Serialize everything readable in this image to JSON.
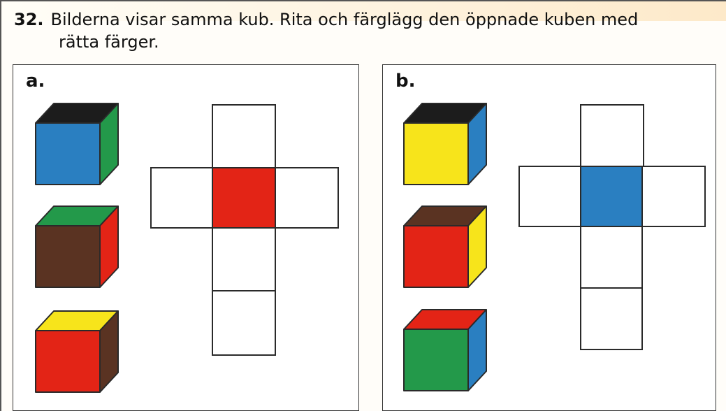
{
  "task": {
    "number": "32.",
    "text_line1": "Bilderna visar samma kub. Rita och färglägg den öppnade kuben med",
    "text_line2": "rätta färger."
  },
  "colors": {
    "black": "#1c1c1c",
    "blue": "#2a7fc1",
    "green": "#23994a",
    "brown": "#5a3322",
    "red": "#e32416",
    "yellow": "#f7e41b",
    "outline": "#2a2a2a"
  },
  "panels": [
    {
      "label": "a.",
      "cubes": [
        {
          "top": "black",
          "front": "blue",
          "right": "green"
        },
        {
          "top": "green",
          "front": "brown",
          "right": "red"
        },
        {
          "top": "yellow",
          "front": "red",
          "right": "brown"
        }
      ],
      "net_center_color": "red"
    },
    {
      "label": "b.",
      "cubes": [
        {
          "top": "black",
          "front": "yellow",
          "right": "blue"
        },
        {
          "top": "brown",
          "front": "red",
          "right": "yellow"
        },
        {
          "top": "red",
          "front": "green",
          "right": "blue"
        }
      ],
      "net_center_color": "blue"
    }
  ]
}
